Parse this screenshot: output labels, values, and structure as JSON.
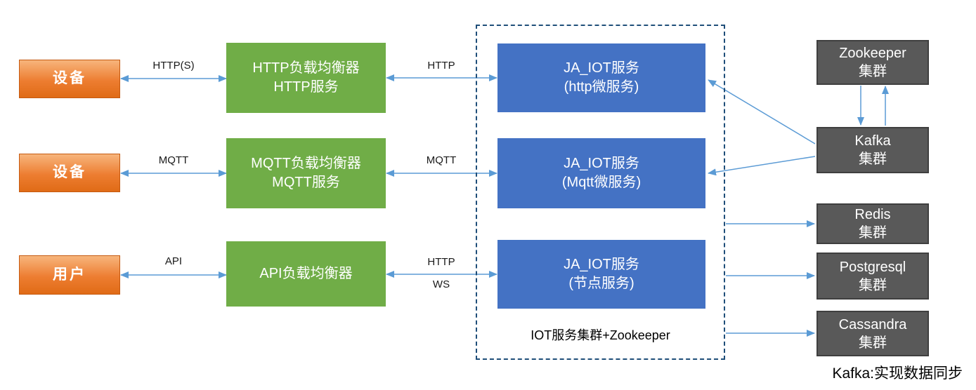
{
  "diagram": {
    "left_nodes": [
      {
        "label": "设备"
      },
      {
        "label": "设备"
      },
      {
        "label": "用户"
      }
    ],
    "load_balancers": [
      {
        "lines": [
          "HTTP负载均衡器",
          "HTTP服务"
        ]
      },
      {
        "lines": [
          "MQTT负载均衡器",
          "MQTT服务"
        ]
      },
      {
        "lines": [
          "API负载均衡器"
        ]
      }
    ],
    "services": [
      {
        "lines": [
          "JA_IOT服务",
          "(http微服务)"
        ]
      },
      {
        "lines": [
          "JA_IOT服务",
          "(Mqtt微服务)"
        ]
      },
      {
        "lines": [
          "JA_IOT服务",
          "(节点服务)"
        ]
      }
    ],
    "service_group_caption": "IOT服务集群+Zookeeper",
    "clusters": [
      {
        "lines": [
          "Zookeeper",
          "集群"
        ]
      },
      {
        "lines": [
          "Kafka",
          "集群"
        ]
      },
      {
        "lines": [
          "Redis",
          "集群"
        ]
      },
      {
        "lines": [
          "Postgresql",
          "集群"
        ]
      },
      {
        "lines": [
          "Cassandra",
          "集群"
        ]
      }
    ],
    "edge_labels": {
      "device1_http": "HTTP(S)",
      "device2_mqtt": "MQTT",
      "user_api": "API",
      "lb1_http": "HTTP",
      "lb2_mqtt": "MQTT",
      "lb3_http": "HTTP",
      "lb3_ws": "WS"
    },
    "footnote": "Kafka:实现数据同步",
    "colors": {
      "device_orange": "#ED7D31",
      "lb_green": "#70AD47",
      "service_blue": "#4472C4",
      "cluster_gray": "#595959",
      "arrow_blue": "#5B9BD5",
      "dashed_border": "#1F4E79"
    }
  }
}
